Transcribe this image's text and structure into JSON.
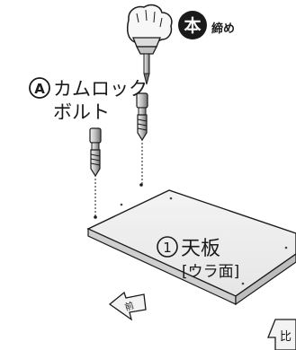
{
  "fastening": {
    "badge_char": "本",
    "label": "締め"
  },
  "part_a": {
    "marker": "A",
    "name_line1": "カムロック",
    "name_line2": "ボルト"
  },
  "part_1": {
    "marker": "1",
    "name": "天板",
    "side_note": "[ウラ面]"
  },
  "direction_front": "前",
  "direction_back": "比"
}
